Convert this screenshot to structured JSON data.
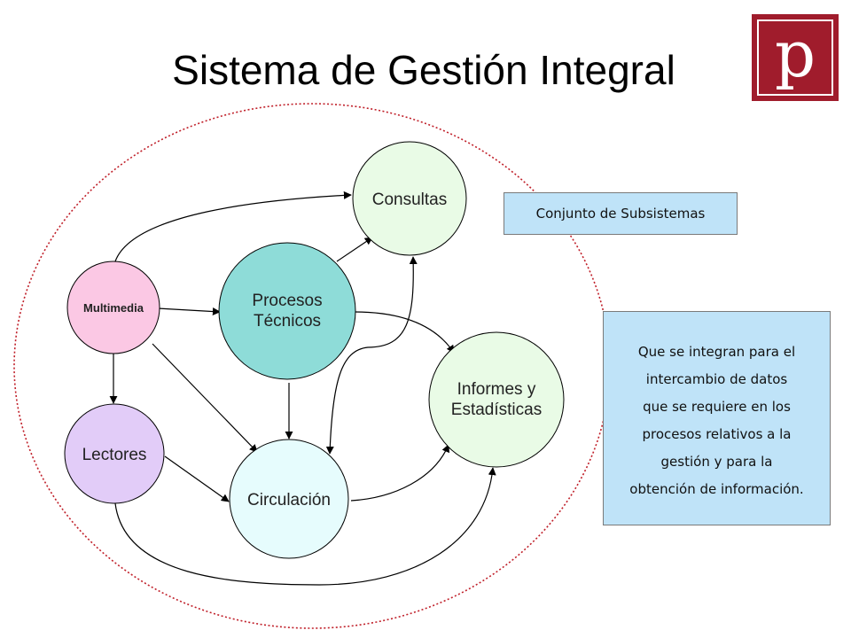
{
  "title": "Sistema de Gestión Integral",
  "logo": {
    "icon": "p-logo-icon",
    "letter": "p",
    "color": "#a01c2c"
  },
  "nodes": {
    "consultas": {
      "lines": [
        "Consultas"
      ],
      "color": "#e9fbe6"
    },
    "procesos": {
      "lines": [
        "Procesos",
        "Técnicos"
      ],
      "color": "#8edcd8"
    },
    "multimedia": {
      "lines": [
        "Multimedia"
      ],
      "color": "#fbc8e4"
    },
    "lectores": {
      "lines": [
        "Lectores"
      ],
      "color": "#e2ccf8"
    },
    "circulacion": {
      "lines": [
        "Circulación"
      ],
      "color": "#e6fcfd"
    },
    "informes": {
      "lines": [
        "Informes y",
        "Estadísticas"
      ],
      "color": "#e9fbe6"
    }
  },
  "subsystems_label": "Conjunto de Subsistemas",
  "description_lines": [
    "Que se integran para el",
    "intercambio de datos",
    "que se requiere en los",
    "procesos relativos a la",
    "gestión y para la",
    "obtención de información."
  ]
}
